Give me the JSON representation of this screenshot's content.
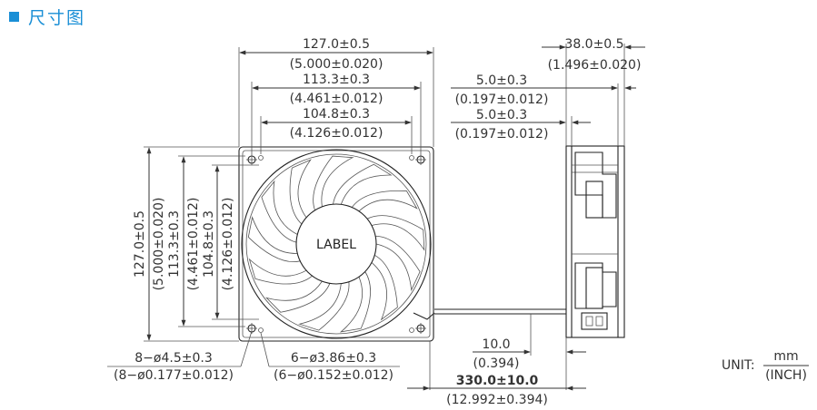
{
  "header": {
    "title": "尺寸图"
  },
  "front": {
    "w_outer": "127.0±0.5",
    "w_outer_in": "(5.000±0.020)",
    "w_mid": "113.3±0.3",
    "w_mid_in": "(4.461±0.012)",
    "w_in": "104.8±0.3",
    "w_in_in": "(4.126±0.012)",
    "h_outer": "127.0±0.5",
    "h_outer_in": "(5.000±0.020)",
    "h_mid": "113.3±0.3",
    "h_mid_in": "(4.461±0.012)",
    "h_in": "104.8±0.3",
    "h_in_in": "(4.126±0.012)",
    "label": "LABEL",
    "hole1": "8−ø4.5±0.3",
    "hole1_in": "(8−ø0.177±0.012)",
    "hole2": "6−ø3.86±0.3",
    "hole2_in": "(6−ø0.152±0.012)"
  },
  "side": {
    "depth": "38.0±0.5",
    "depth_in": "(1.496±0.020)",
    "flange1": "5.0±0.3",
    "flange1_in": "(0.197±0.012)",
    "flange2": "5.0±0.3",
    "flange2_in": "(0.197±0.012)",
    "strip": "10.0",
    "strip_in": "(0.394)",
    "lead": "330.0±10.0",
    "lead_in": "(12.992±0.394)"
  },
  "unit": {
    "label": "UNIT:",
    "num": "mm",
    "den": "(INCH)"
  }
}
